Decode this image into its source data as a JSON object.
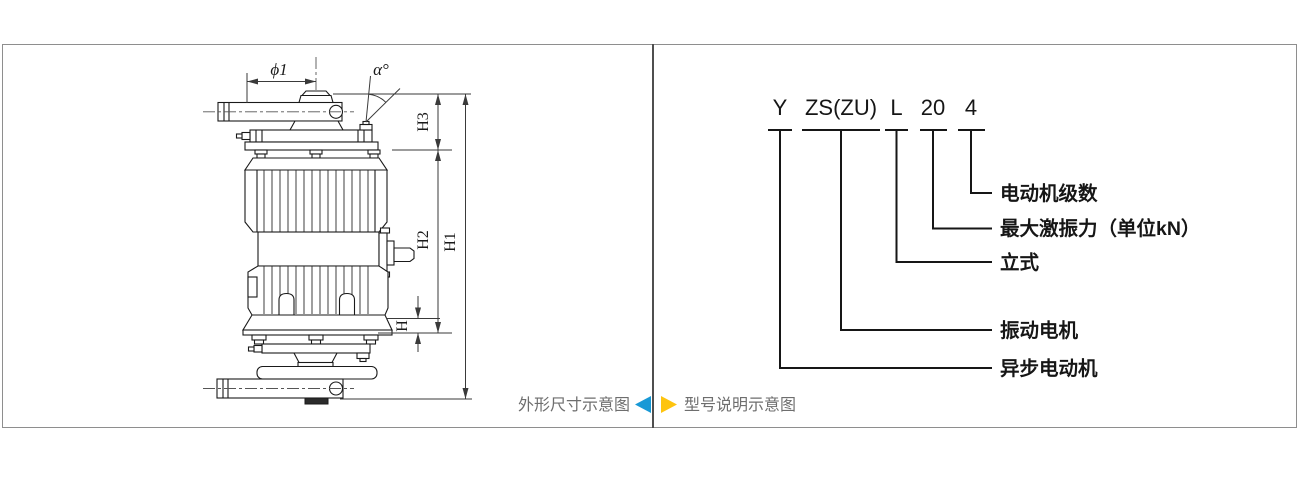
{
  "left_panel": {
    "caption": "外形尺寸示意图",
    "dimensions": {
      "phi1": "ϕ1",
      "alpha": "α°",
      "h3": "H3",
      "h2": "H2",
      "h": "H",
      "h1": "H1"
    }
  },
  "right_panel": {
    "caption": "型号说明示意图",
    "model_code": {
      "tokens": [
        {
          "text": "Y",
          "label": "异步电动机"
        },
        {
          "text": "ZS(ZU)",
          "label": "振动电机"
        },
        {
          "text": "L",
          "label": "立式"
        },
        {
          "text": "20",
          "label": "最大激振力（单位kN）"
        },
        {
          "text": "4",
          "label": "电动机级数"
        }
      ]
    }
  },
  "colors": {
    "left_caption_arrow": "#1899d6",
    "right_caption_arrow": "#fec40f",
    "diagram_line": "#1a1a1a",
    "caption_text": "#6e6e6e",
    "panel_border": "#8e8e8e",
    "panel_divider": "#4f4f4f"
  }
}
